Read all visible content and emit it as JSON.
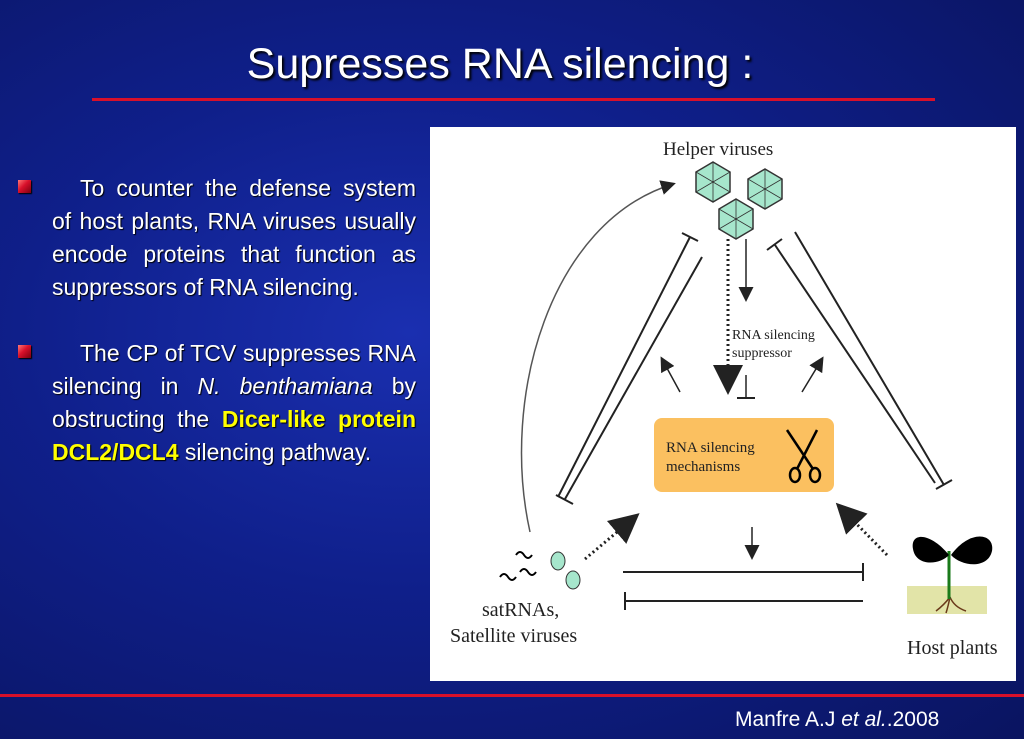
{
  "slide": {
    "title": "Supresses RNA silencing :",
    "bullets": [
      {
        "text": "To counter the defense system of host plants, RNA viruses usually encode proteins that function as suppressors of RNA silencing."
      },
      {
        "part1": "The CP of TCV suppresses RNA silencing in ",
        "italic": "N. benthamiana",
        "part2": " by obstructing the ",
        "highlight": "Dicer-like protein DCL2/DCL4",
        "part3": " silencing pathway."
      }
    ],
    "citation": {
      "author": "Manfre A.J ",
      "etal": "et al.",
      "year": ".2008"
    }
  },
  "diagram": {
    "helper_viruses": "Helper viruses",
    "rna_silencing_suppressor": "RNA silencing suppressor",
    "rna_silencing_mechanisms": "RNA silencing mechanisms",
    "satrnas": "satRNAs,",
    "satellite_viruses": "Satellite viruses",
    "host_plants": "Host plants",
    "colors": {
      "mechanism_box": "#fbc060",
      "virus_fill": "#a6e6cc",
      "accent_red": "#d8102a"
    }
  }
}
